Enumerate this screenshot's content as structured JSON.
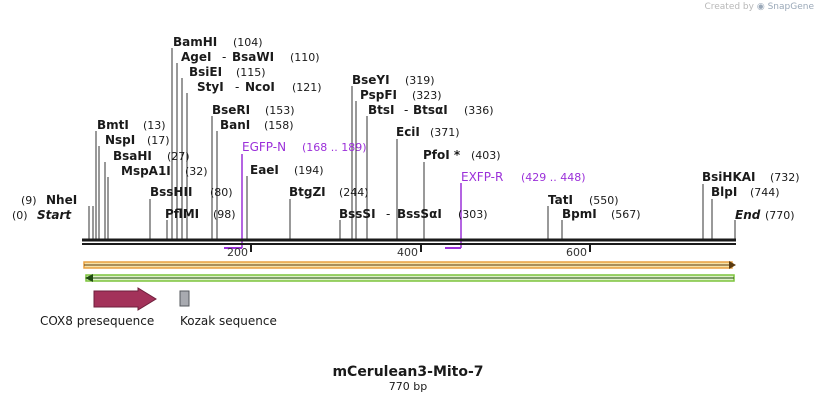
{
  "credit": {
    "prefix": "Created by",
    "brand": "SnapGene",
    "icon": "snapgene-logo-icon"
  },
  "map": {
    "name": "mCerulean3-Mito-7",
    "length_label": "770 bp",
    "start_label": "Start",
    "start_pos": "(0)",
    "end_label": "End",
    "end_pos": "(770)",
    "ruler_ticks": [
      "200",
      "400",
      "600"
    ]
  },
  "colors": {
    "backbone": "#1a1a1a",
    "primer": "#9b30d9",
    "feature_orange": "#e8a040",
    "feature_orange_fill": "#f6e2a8",
    "feature_green": "#7cc43c",
    "feature_green_fill": "#dff0c8",
    "cox8": "#a3325a",
    "kozak": "#a8aab0",
    "label_text": "#1a1a1a",
    "position_text": "#1a1a1a"
  },
  "sites": [
    {
      "name": "NheI",
      "pos": "(9)"
    },
    {
      "name": "BmtI",
      "pos": "(13)"
    },
    {
      "name": "NspI",
      "pos": "(17)"
    },
    {
      "name": "BsaHI",
      "pos": "(27)"
    },
    {
      "name": "MspA1I",
      "pos": "(32)"
    },
    {
      "name": "BamHI",
      "pos": "(104)"
    },
    {
      "name": "AgeI",
      "pos": "(110)",
      "alt": "BsaWI"
    },
    {
      "name": "BsiEI",
      "pos": "(115)"
    },
    {
      "name": "StyI",
      "pos": "(121)",
      "alt": "NcoI"
    },
    {
      "name": "BssHII",
      "pos": "(80)"
    },
    {
      "name": "PflMI",
      "pos": "(98)"
    },
    {
      "name": "BseRI",
      "pos": "(153)"
    },
    {
      "name": "BanI",
      "pos": "(158)"
    },
    {
      "name": "EaeI",
      "pos": "(194)"
    },
    {
      "name": "BtgZI",
      "pos": "(244)"
    },
    {
      "name": "BseYI",
      "pos": "(319)"
    },
    {
      "name": "PspFI",
      "pos": "(323)"
    },
    {
      "name": "BtsI",
      "pos": "(336)",
      "alt": "BtsαI"
    },
    {
      "name": "BssSI",
      "pos": "(303)",
      "alt": "BssSαI"
    },
    {
      "name": "EciI",
      "pos": "(371)"
    },
    {
      "name": "PfoI *",
      "pos": "(403)"
    },
    {
      "name": "TatI",
      "pos": "(550)"
    },
    {
      "name": "BpmI",
      "pos": "(567)"
    },
    {
      "name": "BsiHKAI",
      "pos": "(732)"
    },
    {
      "name": "BlpI",
      "pos": "(744)"
    }
  ],
  "primers": [
    {
      "name": "EGFP-N",
      "pos": "(168 .. 189)"
    },
    {
      "name": "EXFP-R",
      "pos": "(429 .. 448)"
    }
  ],
  "features": [
    {
      "name": "COX8 presequence",
      "color": "#a3325a",
      "shape": "arrow"
    },
    {
      "name": "Kozak sequence",
      "color": "#a8aab0",
      "shape": "box"
    }
  ]
}
